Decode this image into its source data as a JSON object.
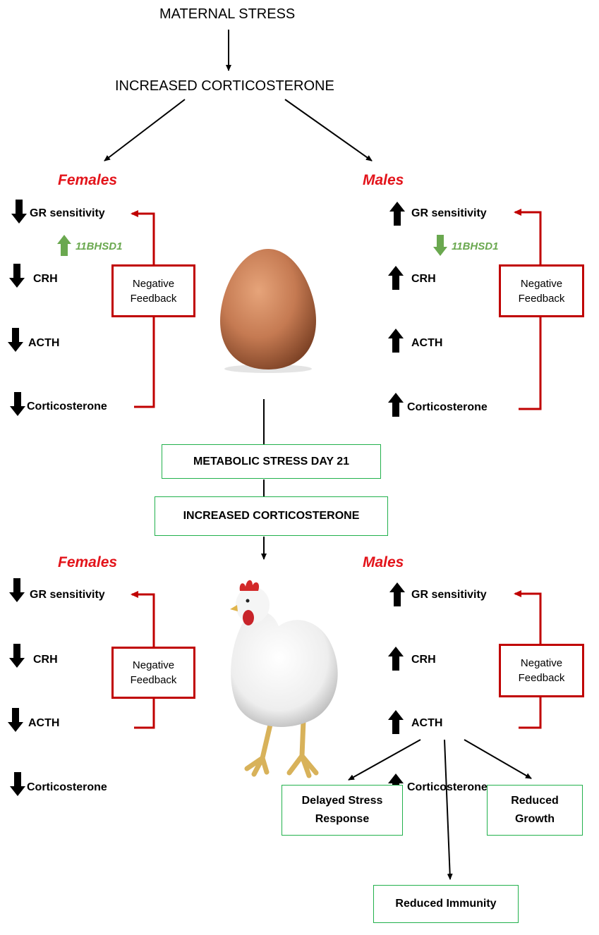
{
  "top": {
    "maternal_stress": "MATERNAL STRESS",
    "increased_corticosterone": "INCREASED CORTICOSTERONE"
  },
  "egg_stage": {
    "females": {
      "label": "Females",
      "gr": "GR sensitivity",
      "enzyme": "11BHSD1",
      "crh": "CRH",
      "acth": "ACTH",
      "cort": "Corticosterone",
      "feedback": "Negative\nFeedback"
    },
    "males": {
      "label": "Males",
      "gr": "GR sensitivity",
      "enzyme": "11BHSD1",
      "crh": "CRH",
      "acth": "ACTH",
      "cort": "Corticosterone",
      "feedback": "Negative\nFeedback"
    }
  },
  "middle": {
    "metabolic_stress": "METABOLIC STRESS DAY 21",
    "increased_corticosterone": "INCREASED CORTICOSTERONE"
  },
  "chick_stage": {
    "females": {
      "label": "Females",
      "gr": "GR sensitivity",
      "crh": "CRH",
      "acth": "ACTH",
      "cort": "Corticosterone",
      "feedback": "Negative\nFeedback"
    },
    "males": {
      "label": "Males",
      "gr": "GR sensitivity",
      "crh": "CRH",
      "acth": "ACTH",
      "cort": "Corticosterone",
      "feedback": "Negative\nFeedback"
    }
  },
  "outcomes": {
    "delayed_stress": "Delayed Stress\nResponse",
    "reduced_immunity": "Reduced Immunity",
    "reduced_growth": "Reduced\nGrowth"
  },
  "colors": {
    "sex_label": "#e3141b",
    "feedback_line": "#c00000",
    "enzyme_up_down": "#6aa84f",
    "box_border": "#22b14c"
  },
  "icons": {
    "down": "bold-down-arrow-icon",
    "up": "bold-up-arrow-icon"
  }
}
